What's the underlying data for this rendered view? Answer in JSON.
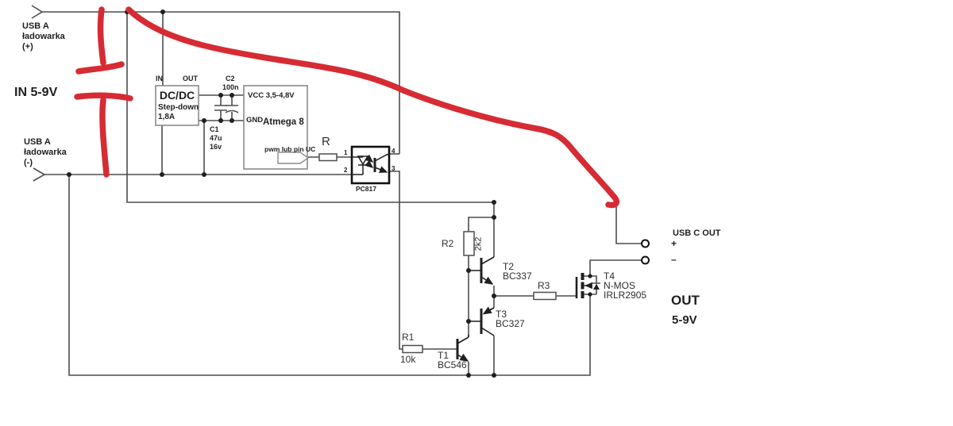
{
  "colors": {
    "annotation_red": "#d62b33",
    "wire": "#4d4d4d",
    "box_border": "#8a8a8a",
    "ink": "#1f1f1f"
  },
  "input": {
    "top_port": {
      "line1": "USB A",
      "line2": "ładowarka",
      "line3": "(+)"
    },
    "in_label": "IN 5-9V",
    "bottom_port": {
      "line1": "USB A",
      "line2": "ładowarka",
      "line3": "(-)"
    }
  },
  "dcdc": {
    "pin_in": "IN",
    "pin_out": "OUT",
    "name": "DC/DC",
    "line2": "Step-down",
    "line3": "1,8A"
  },
  "capacitors": {
    "c1": {
      "name": "C1",
      "value": "47u",
      "voltage": "16v"
    },
    "c2": {
      "name": "C2",
      "value": "100n"
    }
  },
  "mcu": {
    "vcc": "VCC 3,5-4,8V",
    "gnd": "GND",
    "name": "Atmega 8",
    "pwm_label": "pwm lub pin UC"
  },
  "resistors": {
    "r": {
      "name": "R"
    },
    "r1": {
      "name": "R1",
      "value": "10k"
    },
    "r2": {
      "name": "R2",
      "value": "2k2"
    },
    "r3": {
      "name": "R3"
    }
  },
  "optocoupler": {
    "name": "PC817",
    "pin1": "1",
    "pin2": "2",
    "pin3": "3",
    "pin4": "4"
  },
  "transistors": {
    "t1": {
      "name": "T1",
      "part": "BC546"
    },
    "t2": {
      "name": "T2",
      "part": "BC337"
    },
    "t3": {
      "name": "T3",
      "part": "BC327"
    },
    "t4": {
      "name": "T4",
      "type": "N-MOS",
      "part": "IRLR2905"
    }
  },
  "output": {
    "title": "USB C OUT",
    "plus": "+",
    "minus": "–",
    "out_label": "OUT",
    "volts": "5-9V"
  }
}
